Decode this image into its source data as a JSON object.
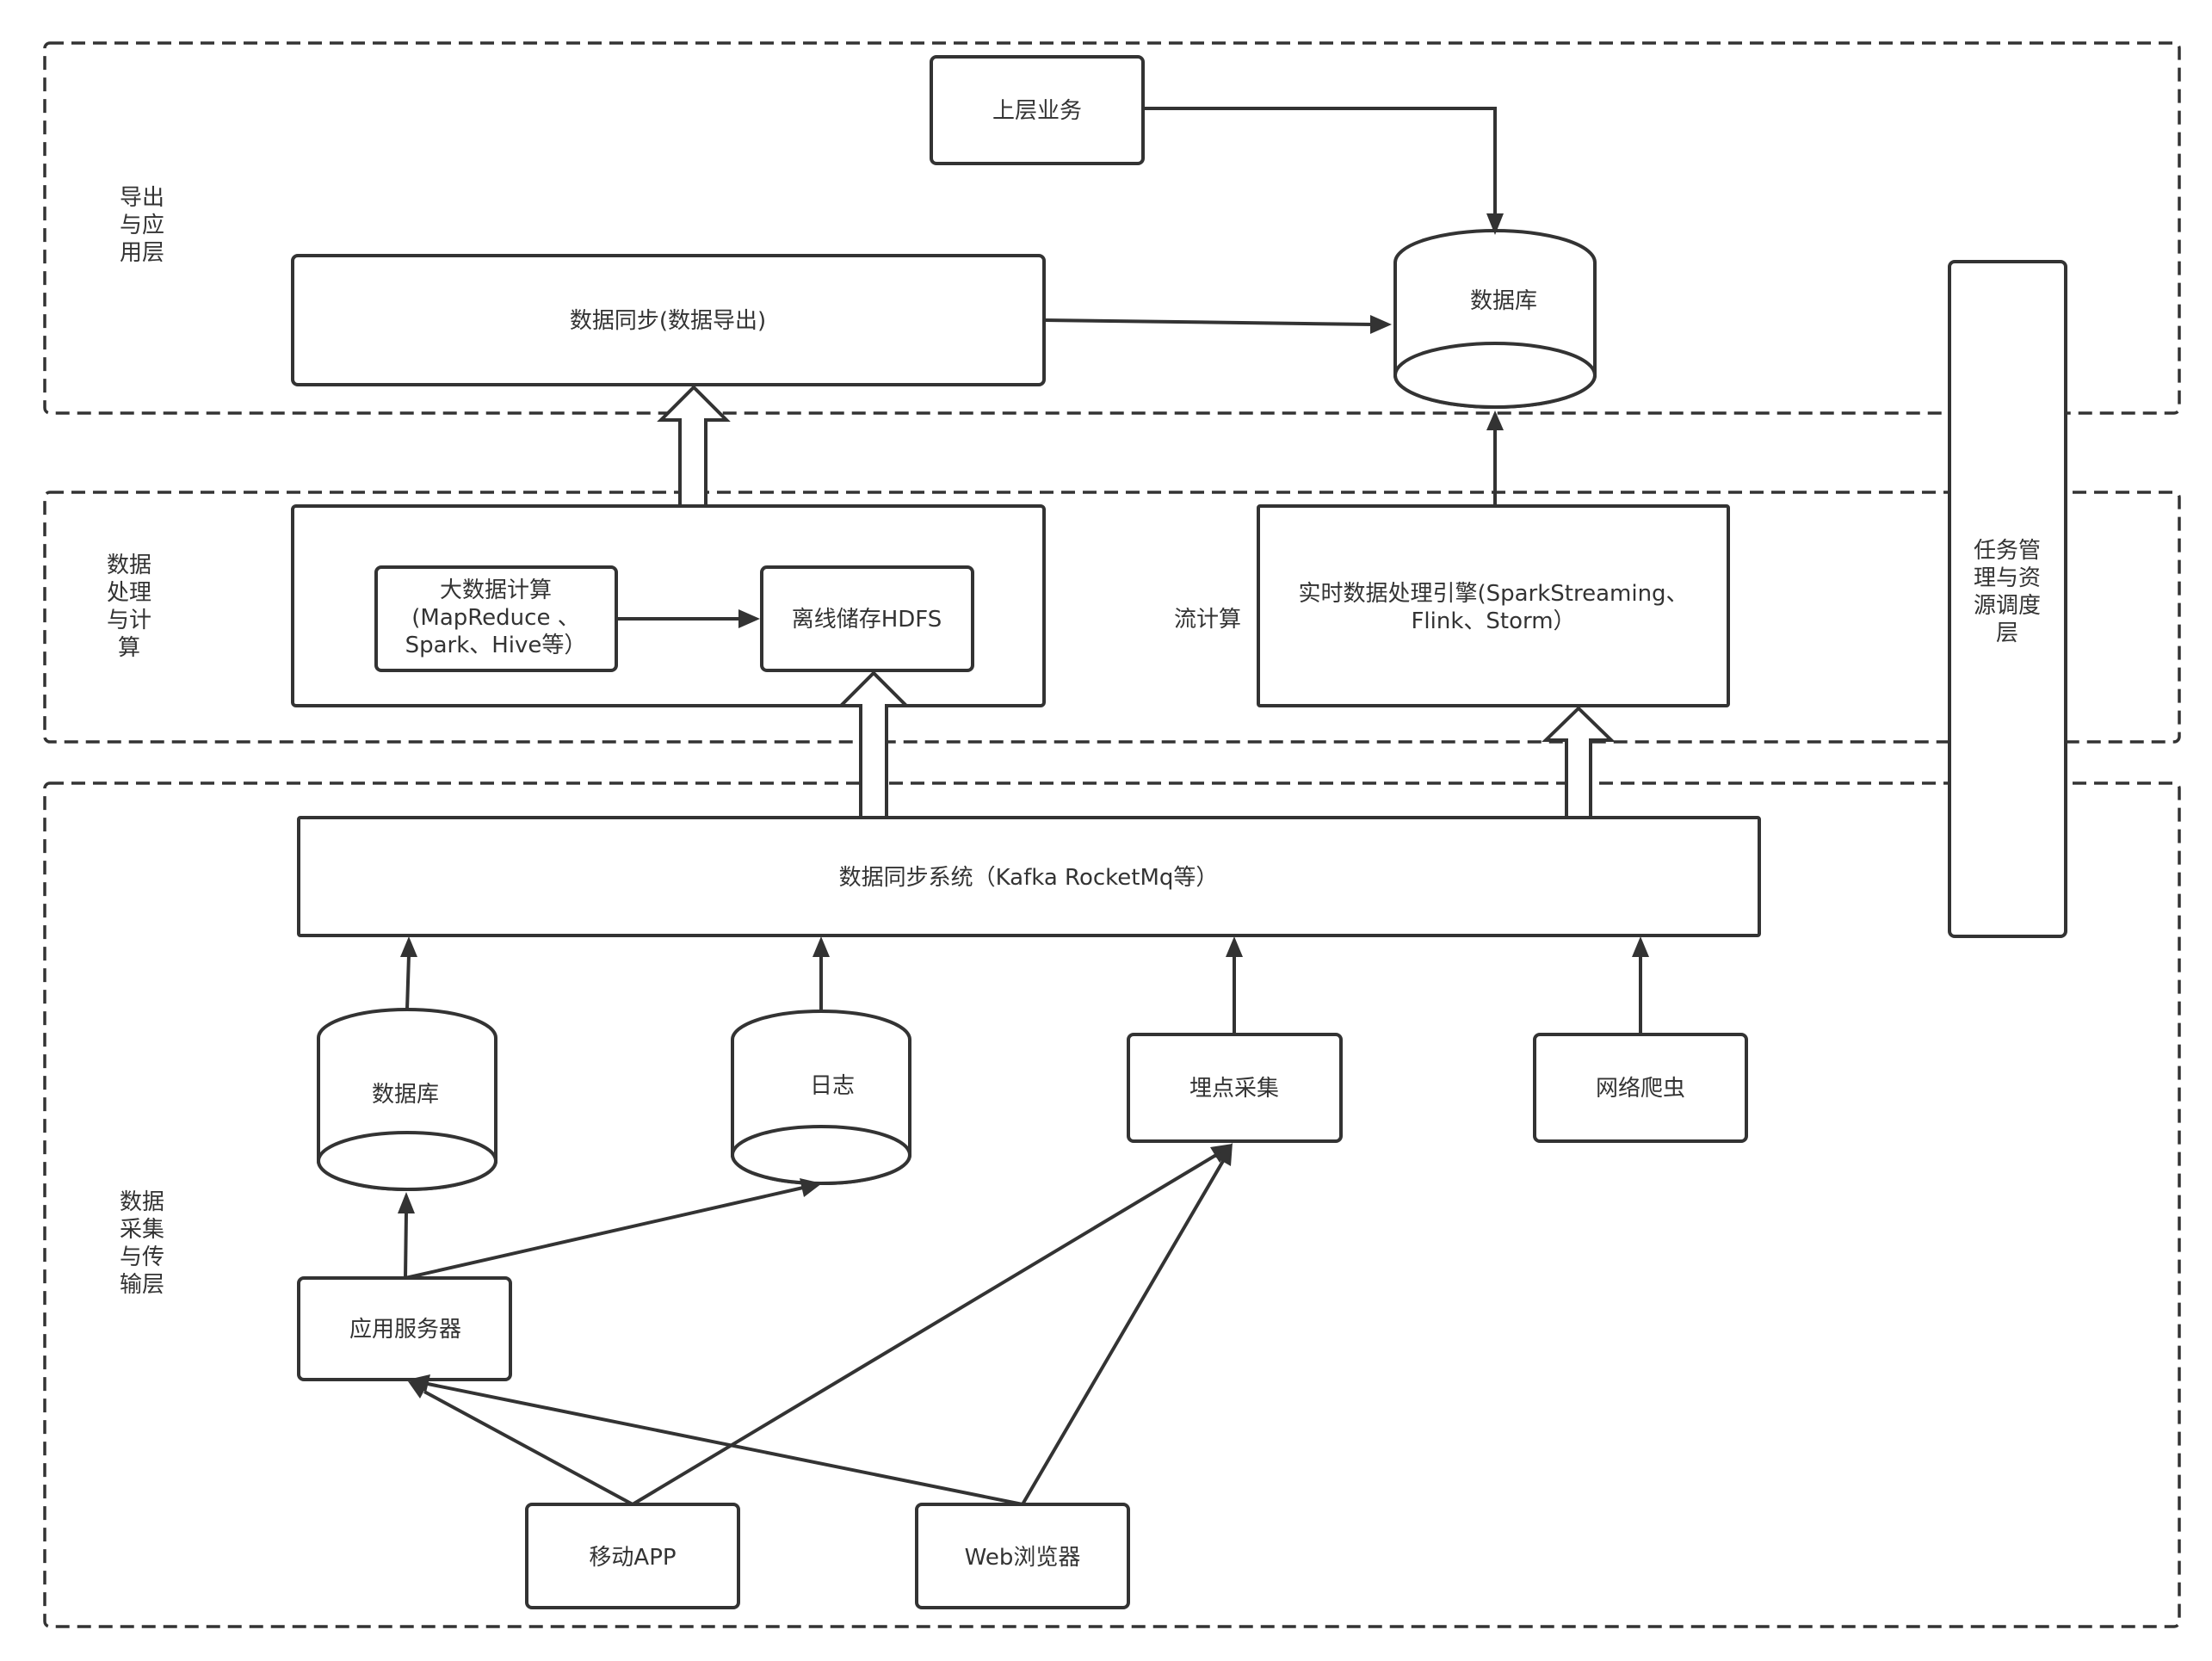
{
  "layers": {
    "export": "导出\n与应\n用层",
    "processing": "数据\n处理\n与计\n算",
    "collection": "数据\n采集\n与传\n输层",
    "scheduler": "任务管\n理与资\n源调度\n层"
  },
  "nodes": {
    "upper_business": "上层业务",
    "data_sync_export": "数据同步(数据导出)",
    "database_top": "数据库",
    "bigdata_compute": "大数据计算\n(MapReduce 、\nSpark、Hive等）",
    "offline_hdfs": "离线储存HDFS",
    "stream_label": "流计算",
    "realtime_engine": "实时数据处理引擎(SparkStreaming、\nFlink、Storm）",
    "data_sync_system": "数据同步系统（Kafka RocketMq等）",
    "database_bottom": "数据库",
    "logs": "日志",
    "tracking": "埋点采集",
    "crawler": "网络爬虫",
    "app_server": "应用服务器",
    "mobile_app": "移动APP",
    "web_browser": "Web浏览器"
  }
}
